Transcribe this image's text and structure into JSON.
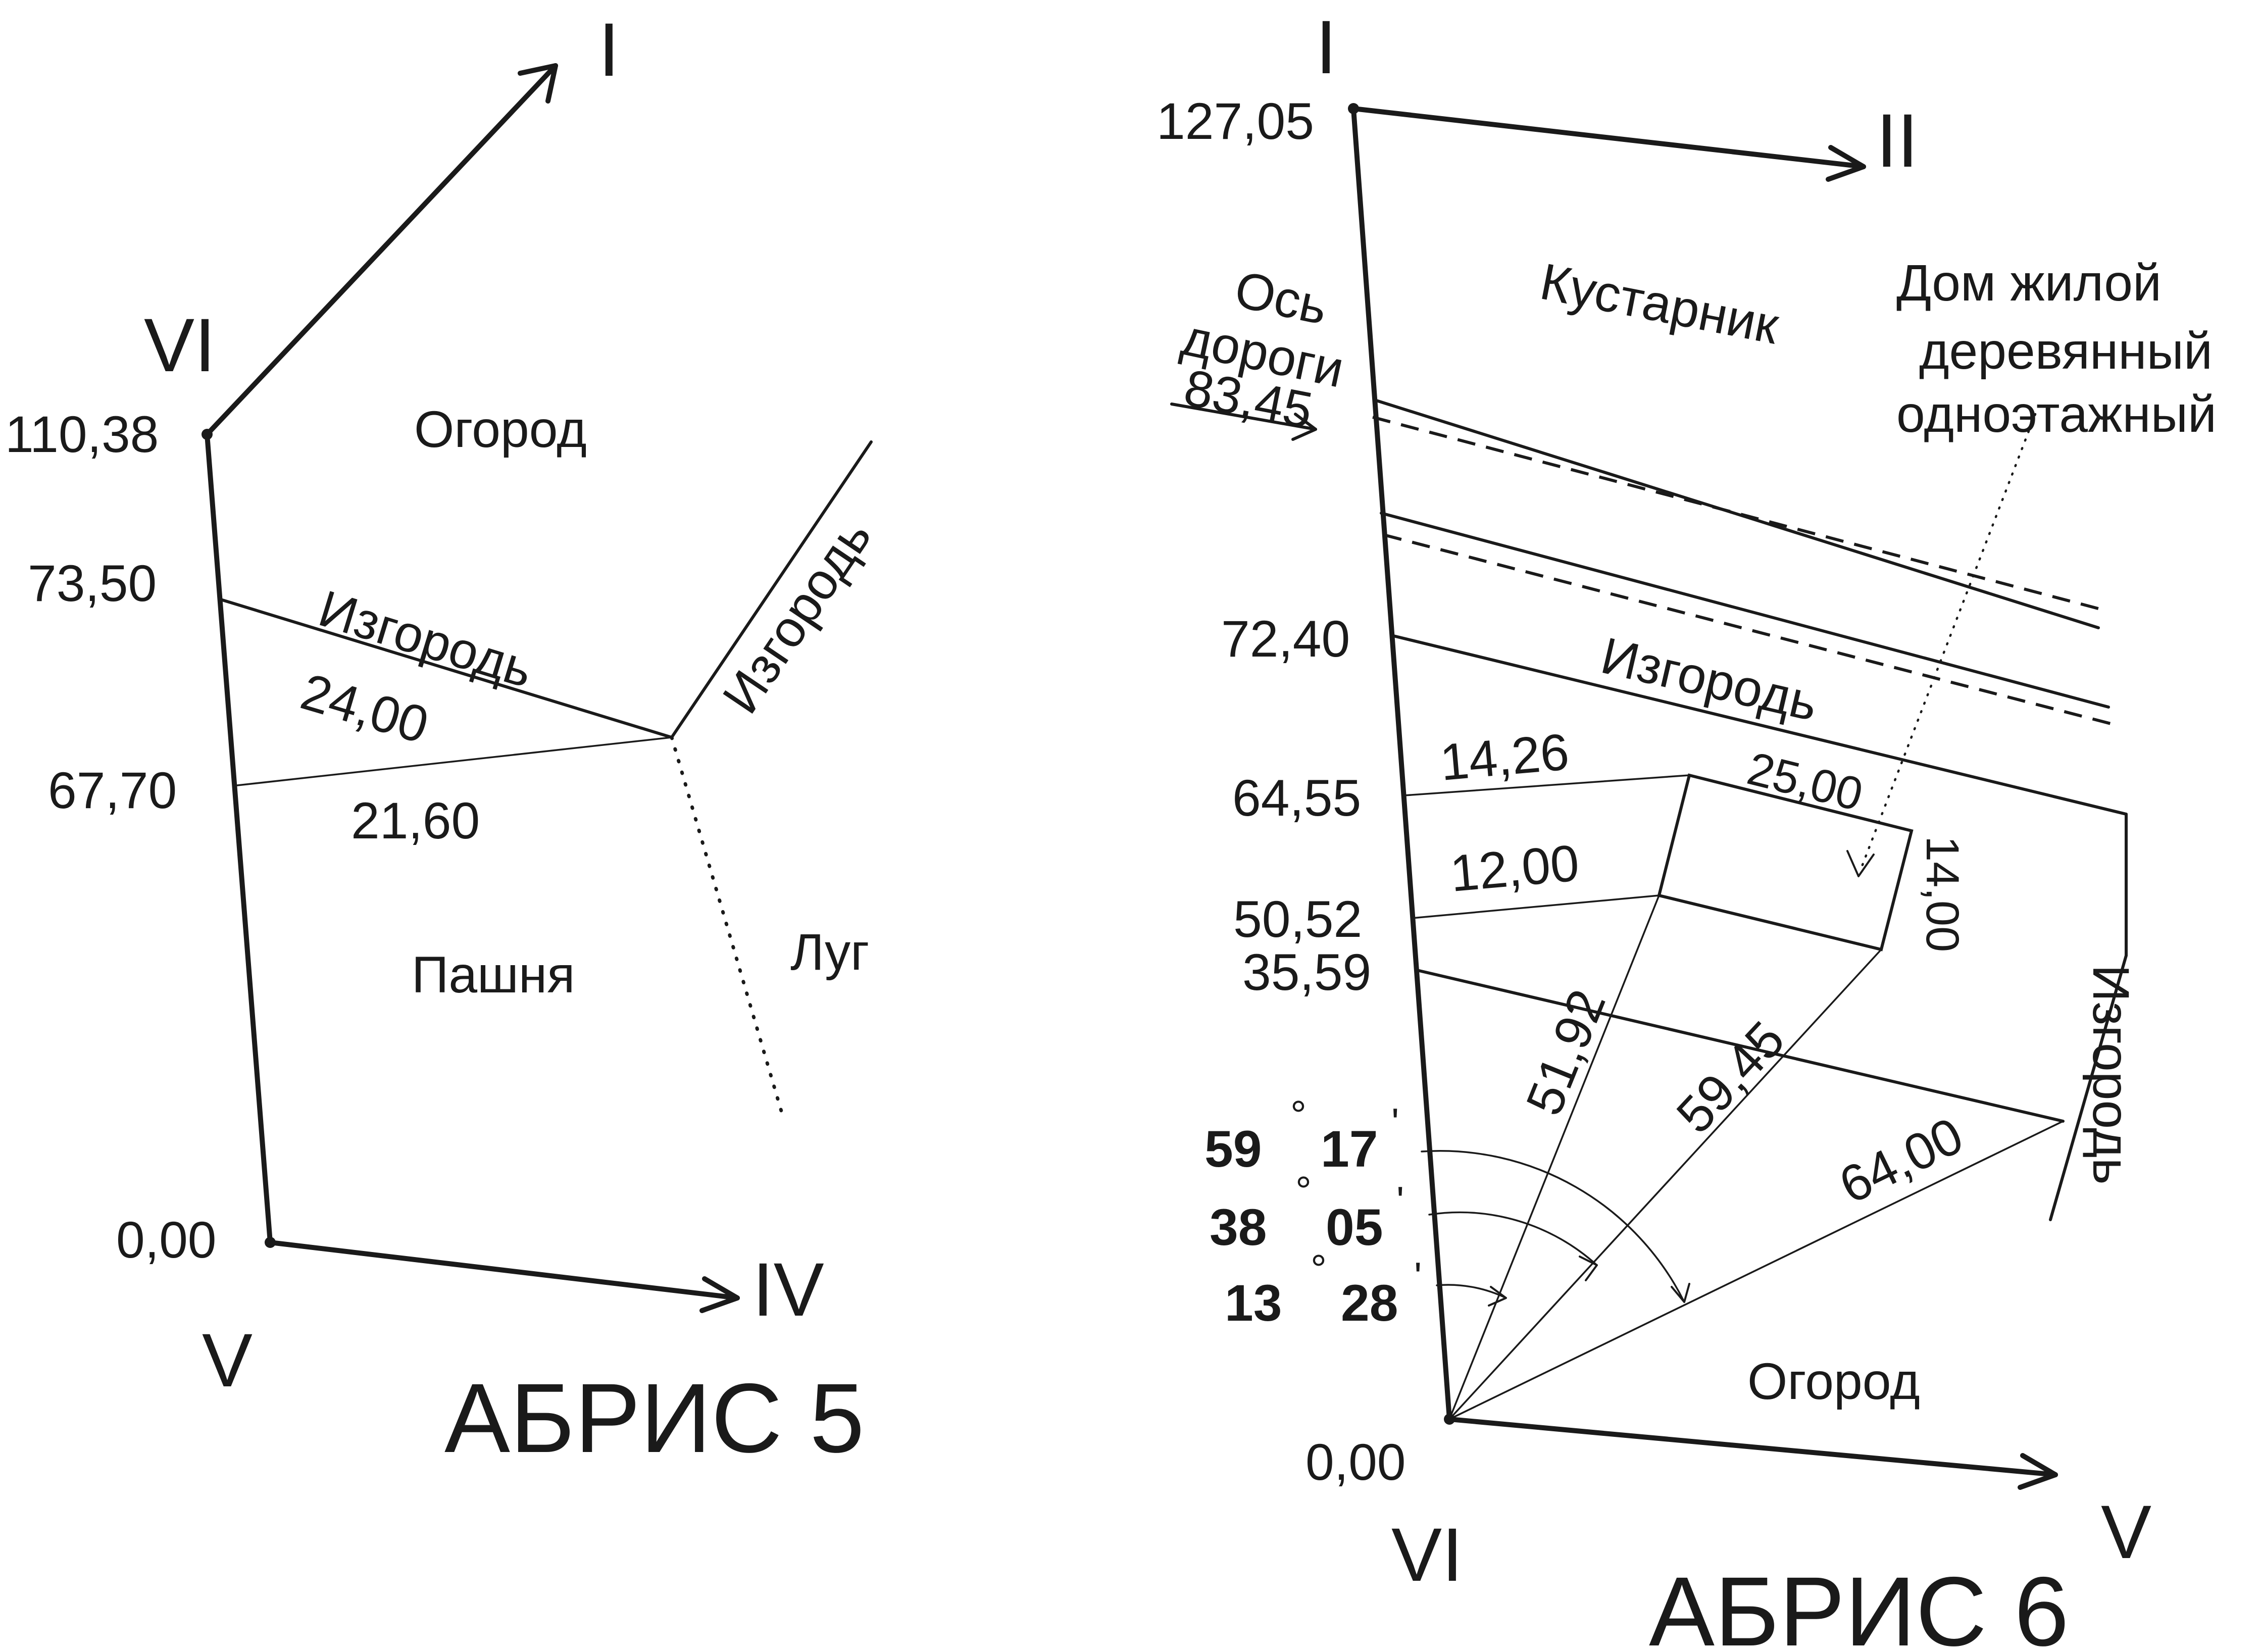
{
  "abris5": {
    "title": "АБРИС 5",
    "stations": {
      "I": "I",
      "IV": "IV",
      "V": "V",
      "VI": "VI"
    },
    "distances": {
      "d110": "110,38",
      "d73": "73,50",
      "d67": "67,70",
      "d0": "0,00"
    },
    "segments": {
      "s24": "24,00",
      "s21": "21,60"
    },
    "labels": {
      "garden": "Огород",
      "hedge1": "Изгородь",
      "hedge2": "Изгородь",
      "field": "Пашня",
      "meadow": "Луг"
    }
  },
  "abris6": {
    "title": "АБРИС 6",
    "stations": {
      "I": "I",
      "II": "II",
      "V": "V",
      "VI": "VI"
    },
    "distances": {
      "d127": "127,05",
      "d83": "83,45",
      "d72": "72,40",
      "d64": "64,55",
      "d50": "50,52",
      "d35": "35,59",
      "d0": "0,00"
    },
    "segments": {
      "s14_26": "14,26",
      "s25": "25,00",
      "s14": "14,00",
      "s12": "12,00",
      "s51": "51,92",
      "s59": "59,45",
      "s64": "64,00"
    },
    "angles": {
      "a1_deg": "59",
      "a1_min": "17",
      "a2_deg": "38",
      "a2_min": "05",
      "a3_deg": "13",
      "a3_min": "28",
      "deg_sign": "°",
      "min_sign": "'"
    },
    "labels": {
      "road_axis_1": "Ось",
      "road_axis_2": "дороги",
      "shrub": "Кустарник",
      "house_1": "Дом жилой",
      "house_2": "деревянный",
      "house_3": "одноэтажный",
      "hedge1": "Изгородь",
      "hedge2": "Изгородь",
      "garden": "Огород"
    }
  }
}
